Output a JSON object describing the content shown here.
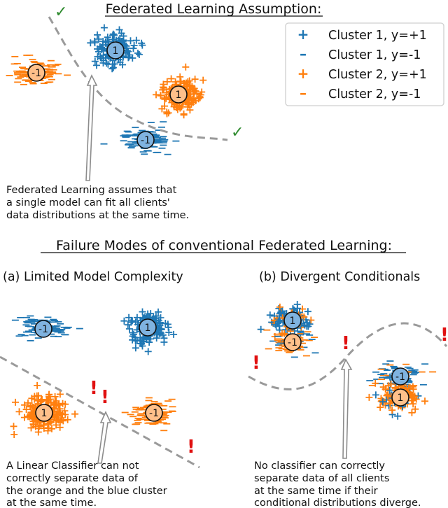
{
  "titles": {
    "top": "Federated Learning Assumption:",
    "failure": "Failure Modes of conventional Federated Learning:",
    "panel_a": "(a) Limited Model Complexity",
    "panel_b": "(b) Divergent Conditionals"
  },
  "legend": [
    {
      "glyph": "+",
      "label": "Cluster 1, y=+1",
      "color": "#1f77b4"
    },
    {
      "glyph": "–",
      "label": "Cluster 1, y=-1",
      "color": "#1f77b4"
    },
    {
      "glyph": "+",
      "label": "Cluster 2, y=+1",
      "color": "#ff7f0e"
    },
    {
      "glyph": "–",
      "label": "Cluster 2, y=-1",
      "color": "#ff7f0e"
    }
  ],
  "notes": {
    "top": [
      "Federated Learning assumes that",
      "a single model can fit all clients'",
      "data distributions at the same time."
    ],
    "panel_a": [
      "A Linear Classifier can not",
      "correctly separate data of",
      "the orange and the blue cluster",
      "at the same time."
    ],
    "panel_b": [
      "No classifier can correctly",
      "separate data of all clients",
      "at the same time if their",
      "conditional distributions diverge."
    ]
  },
  "marks": {
    "check": "✓",
    "warning": "!"
  },
  "colors": {
    "blue": "#1f77b4",
    "orange": "#ff7f0e",
    "blue_fill": "#7fb3e0",
    "orange_fill": "#ffc08a",
    "boundary": "#9a9a9a",
    "check": "#2e8b2e",
    "warning": "#e01010"
  },
  "clusters": [
    {
      "id": "top-blue-pos",
      "color": "blue",
      "glyph": "+",
      "label": "1"
    },
    {
      "id": "top-orange-neg",
      "color": "orange",
      "glyph": "–",
      "label": "-1"
    },
    {
      "id": "top-orange-pos",
      "color": "orange",
      "glyph": "+",
      "label": "1"
    },
    {
      "id": "top-blue-neg",
      "color": "blue",
      "glyph": "–",
      "label": "-1"
    },
    {
      "id": "a-blue-neg",
      "color": "blue",
      "glyph": "–",
      "label": "-1"
    },
    {
      "id": "a-blue-pos",
      "color": "blue",
      "glyph": "+",
      "label": "1"
    },
    {
      "id": "a-orange-pos",
      "color": "orange",
      "glyph": "+",
      "label": "1"
    },
    {
      "id": "a-orange-neg",
      "color": "orange",
      "glyph": "–",
      "label": "-1"
    },
    {
      "id": "b-mix-1-pos",
      "color": "blue",
      "glyph": "+",
      "label": "1"
    },
    {
      "id": "b-mix-1-neg",
      "color": "orange",
      "glyph": "–",
      "label": "-1"
    },
    {
      "id": "b-mix-2-neg",
      "color": "blue",
      "glyph": "–",
      "label": "-1"
    },
    {
      "id": "b-mix-2-pos",
      "color": "orange",
      "glyph": "+",
      "label": "1"
    }
  ]
}
